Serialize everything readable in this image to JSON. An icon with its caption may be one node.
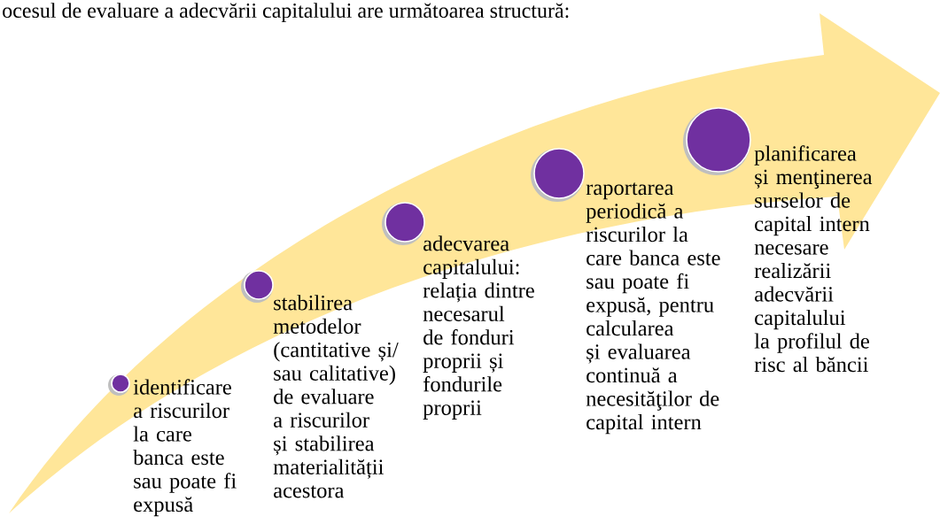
{
  "diagram": {
    "nodes": [
      {
        "text": [
          "identificare a riscurilor la care banca este sau poate fi expusă"
        ]
      },
      {
        "text": [
          "stabilirea metodelor (cantitative și/ sau calitative) de evaluare a riscurilor și stabilirea materialității acestora"
        ]
      },
      {
        "text": [
          "adecvarea capitalului: relația dintre necesarul de fonduri proprii și fondurile proprii"
        ]
      },
      {
        "text": [
          "raportarea periodică a riscurilor la care banca este sau poate fi expusă, pentru calcularea și evaluarea continuă a necesităţilor de capital intern"
        ]
      },
      {
        "text": [
          "planificarea și menţinerea surselor de capital intern necesare realizării adecvării capitalului la profilul de risc al băncii"
        ]
      }
    ],
    "labels": [
      "ocesul de evaluare a adecvării capitalului are următoarea structură:"
    ]
  }
}
